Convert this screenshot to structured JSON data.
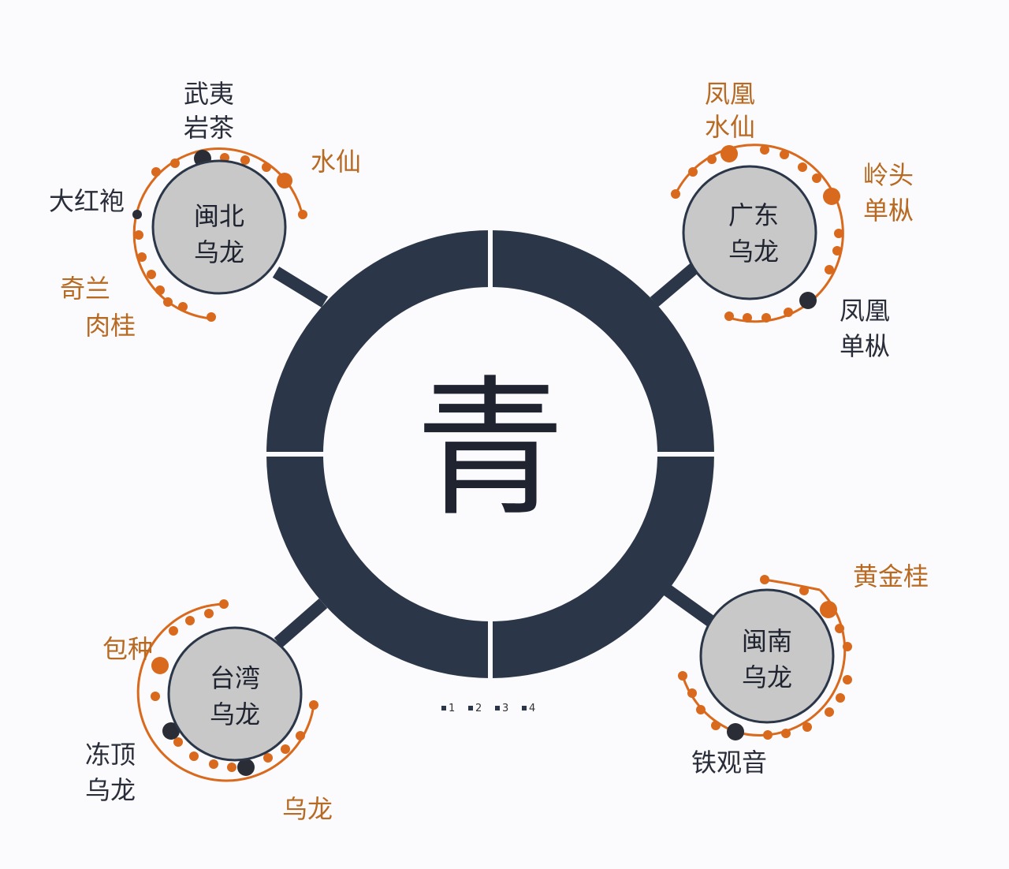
{
  "center": {
    "character": "青"
  },
  "colors": {
    "ring": "#2b3648",
    "node_fill": "#c8c8c8",
    "node_stroke": "#2b3648",
    "orbit": "#d9691d",
    "dot_orange": "#d9691d",
    "dot_dark": "#2b2d36",
    "label_dark": "#2a2d3a",
    "label_orange": "#b86a22"
  },
  "groups": [
    {
      "id": "minbei",
      "title_line1": "闽北",
      "title_line2": "乌龙",
      "labels": [
        {
          "line1": "武夷",
          "line2": "岩茶",
          "tone": "dark"
        },
        {
          "line1": "水仙",
          "line2": "",
          "tone": "orange"
        },
        {
          "line1": "大红袍",
          "line2": "",
          "tone": "dark"
        },
        {
          "line1": "奇兰",
          "line2": "肉桂",
          "tone": "orange"
        }
      ]
    },
    {
      "id": "guangdong",
      "title_line1": "广东",
      "title_line2": "乌龙",
      "labels": [
        {
          "line1": "凤凰",
          "line2": "水仙",
          "tone": "orange"
        },
        {
          "line1": "岭头",
          "line2": "单枞",
          "tone": "orange"
        },
        {
          "line1": "凤凰",
          "line2": "单枞",
          "tone": "dark"
        }
      ]
    },
    {
      "id": "taiwan",
      "title_line1": "台湾",
      "title_line2": "乌龙",
      "labels": [
        {
          "line1": "包种",
          "line2": "",
          "tone": "orange"
        },
        {
          "line1": "冻顶",
          "line2": "乌龙",
          "tone": "dark"
        },
        {
          "line1": "乌龙",
          "line2": "",
          "tone": "orange"
        }
      ]
    },
    {
      "id": "minnan",
      "title_line1": "闽南",
      "title_line2": "乌龙",
      "labels": [
        {
          "line1": "黄金桂",
          "line2": "",
          "tone": "orange"
        },
        {
          "line1": "铁观音",
          "line2": "",
          "tone": "dark"
        }
      ]
    }
  ],
  "legend": [
    "1",
    "2",
    "3",
    "4"
  ]
}
